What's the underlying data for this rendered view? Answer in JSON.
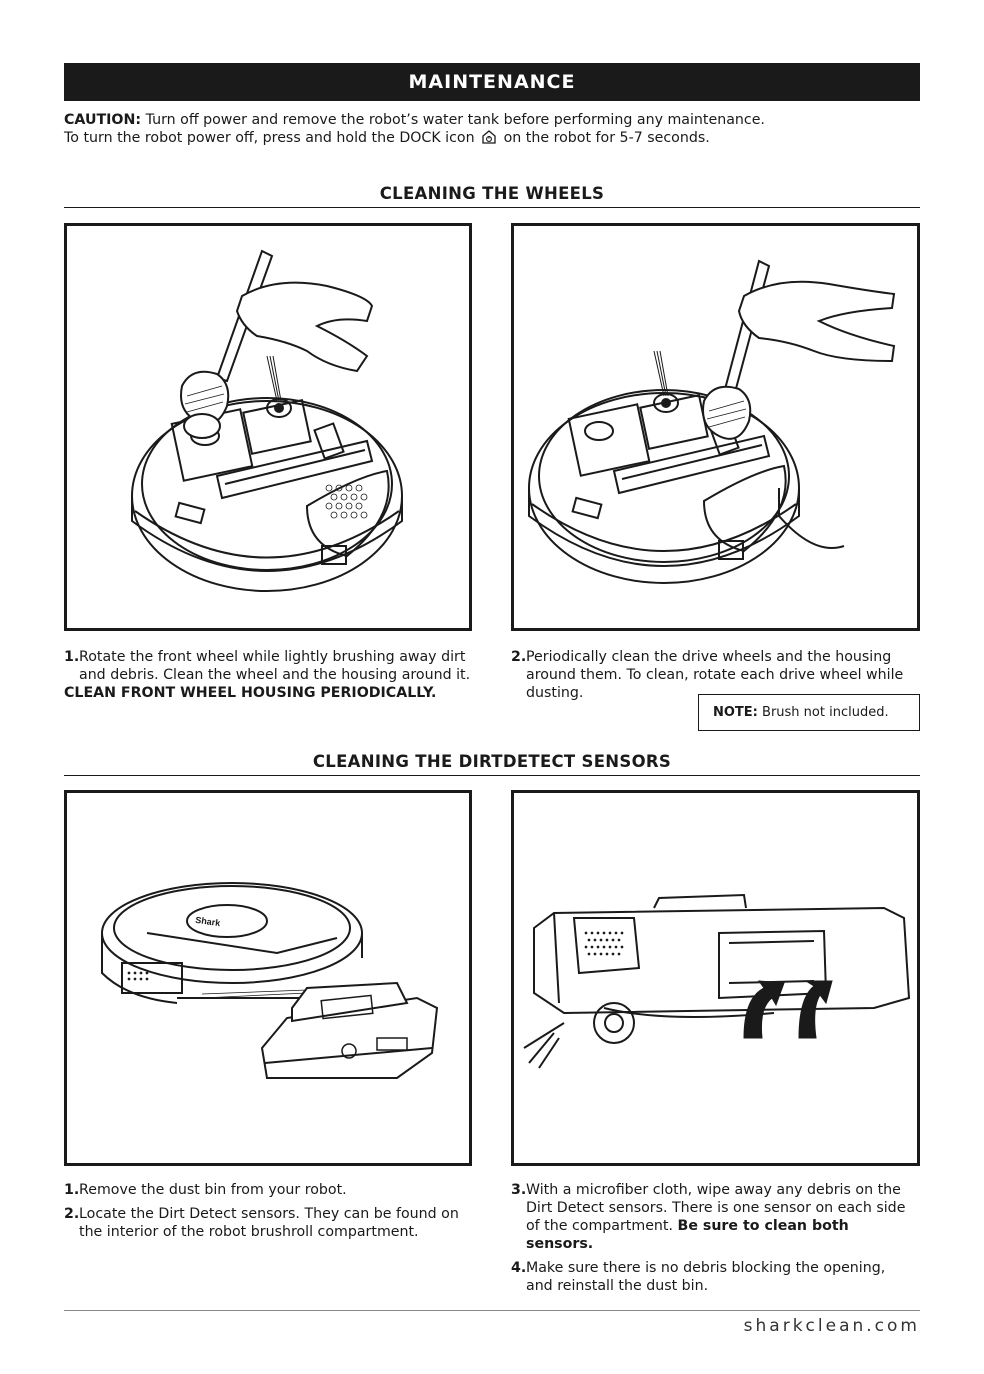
{
  "header": {
    "title": "MAINTENANCE"
  },
  "caution": {
    "label": "CAUTION:",
    "text": "Turn off power and remove the robot’s water tank before performing any maintenance.",
    "line2_before": "To turn the robot power off, press and hold the DOCK icon",
    "line2_after": "on the robot for 5-7 seconds.",
    "dock_icon": "dock-icon"
  },
  "wheels": {
    "title": "CLEANING THE WHEELS",
    "step1_num": "1.",
    "step1_text": "Rotate the front wheel while lightly brushing away dirt and debris. Clean the wheel and the housing around it.",
    "step1_bold": "CLEAN FRONT WHEEL HOUSING PERIODICALLY.",
    "step2_num": "2.",
    "step2_text": "Periodically clean the drive wheels and the housing around them. To clean, rotate each drive wheel while dusting.",
    "note_label": "NOTE:",
    "note_text": "Brush not included."
  },
  "sensors": {
    "title": "CLEANING THE DIRTDETECT SENSORS",
    "step1_num": "1.",
    "step1_text": "Remove the dust bin from your robot.",
    "step2_num": "2.",
    "step2_text": "Locate the Dirt Detect sensors. They can be found on the interior of the robot brushroll compartment.",
    "step3_num": "3.",
    "step3_text": "With a microfiber cloth, wipe away any debris on the Dirt Detect sensors. There is one sensor on each side of the compartment.",
    "step3_bold": "Be sure to clean both sensors.",
    "step4_num": "4.",
    "step4_text": "Make sure there is no debris blocking the opening, and reinstall the dust bin.",
    "robot_logo": "Shark"
  },
  "footer": {
    "url": "sharkclean.com"
  }
}
